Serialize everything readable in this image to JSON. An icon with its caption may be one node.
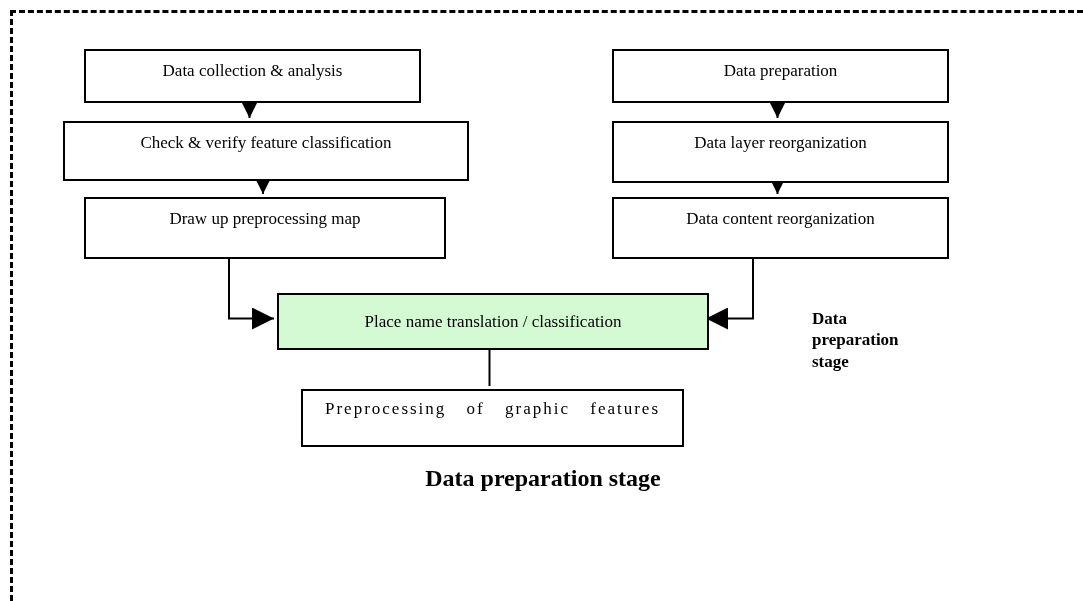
{
  "diagram": {
    "nodes": [
      {
        "text": [
          "Data preparation stage"
        ]
      },
      {
        "text": [
          "Data collection & analysis"
        ],
        "in": 0
      },
      {
        "text": [
          "Check & verify feature classification"
        ],
        "in": 0
      },
      {
        "text": [
          "Draw up preprocessing map"
        ],
        "in": 0
      },
      {
        "text": [
          "Data preparation"
        ],
        "in": 0
      },
      {
        "text": [
          "Data layer reorganization"
        ],
        "in": 0
      },
      {
        "text": [
          "Data content reorganization"
        ],
        "in": 0
      },
      {
        "text": [
          "Place name translation / classification"
        ],
        "in": 0
      },
      {
        "text": [
          "Preprocessing of graphic features"
        ],
        "in": 0
      }
    ],
    "edges": [
      {
        "from": 1,
        "to": 2,
        "arrow": "to"
      },
      {
        "from": 2,
        "to": 3,
        "arrow": "to"
      },
      {
        "from": 4,
        "to": 5,
        "arrow": "to"
      },
      {
        "from": 5,
        "to": 6,
        "arrow": "to"
      },
      {
        "from": 3,
        "to": 7,
        "arrow": "to"
      },
      {
        "from": 6,
        "to": 7,
        "arrow": "to"
      },
      {
        "from": 7,
        "to": 8,
        "arrow": "none"
      }
    ],
    "labels": [
      "Data preparation stage"
    ]
  }
}
